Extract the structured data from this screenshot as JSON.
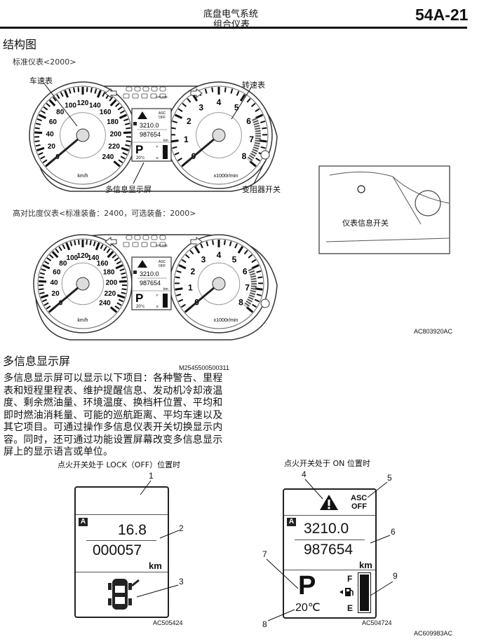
{
  "header": {
    "title_line1": "底盘电气系统",
    "title_line2": "组合仪表",
    "page_number": "54A-21"
  },
  "section1": {
    "heading": "结构图",
    "standard_caption": "标准仪表<2000>",
    "high_contrast_caption": "高对比度仪表<标准装备：2400，可选装备：2000>",
    "labels": {
      "speedometer": "车速表",
      "tachometer": "转速表",
      "multi_display": "多信息显示屏",
      "rheostat_switch": "变阻器开关",
      "info_switch": "仪表信息开关"
    },
    "figure_id": "AC803920AC"
  },
  "cluster": {
    "speed_labels": [
      "0",
      "20",
      "40",
      "60",
      "80",
      "100",
      "120",
      "140",
      "160",
      "180",
      "200",
      "220",
      "240"
    ],
    "speed_unit": "km/h",
    "tach_labels": [
      "0",
      "1",
      "2",
      "3",
      "4",
      "5",
      "6",
      "7",
      "8"
    ],
    "tach_unit": "x1000r/min",
    "asc": "ASC",
    "off": "OFF",
    "trip": "3210.0",
    "odo": "987654",
    "km": "km",
    "gear": "P",
    "temp": "20°c",
    "fuel_f": "F",
    "fuel_e": "E",
    "cruise": "CRUISE",
    "trip_badge": "A"
  },
  "section2": {
    "heading": "多信息显示屏",
    "doc_id": "M2545500500311",
    "paragraph": "多信息显示屏可以显示以下项目：各种警告、里程表和短程里程表、维护提醒信息、发动机冷却液温度、剩余燃油量、环境温度、换档杆位置、平均和即时燃油消耗量、可能的巡航距离、平均车速以及其它项目。可通过操作多信息仪表开关切换显示内容。同时，还可通过功能设置屏幕改变多信息显示屏上的显示语言或单位。",
    "lock_caption": "点火开关处于 LOCK（OFF）位置时",
    "on_caption": "点火开关处于 ON 位置时",
    "lock_display": {
      "badge": "A",
      "trip": "16.8",
      "odo": "000057",
      "unit": "km",
      "figure_id": "AC505424",
      "callouts": [
        "1",
        "2",
        "3"
      ]
    },
    "on_display": {
      "badge": "A",
      "asc": "ASC",
      "off": "OFF",
      "trip": "3210.0",
      "odo": "987654",
      "unit": "km",
      "gear": "P",
      "temp": "20℃",
      "fuel_f": "F",
      "fuel_e": "E",
      "figure_id": "AC504724",
      "callouts": [
        "4",
        "5",
        "6",
        "7",
        "8",
        "9"
      ]
    },
    "figure_id": "AC609983AC"
  }
}
